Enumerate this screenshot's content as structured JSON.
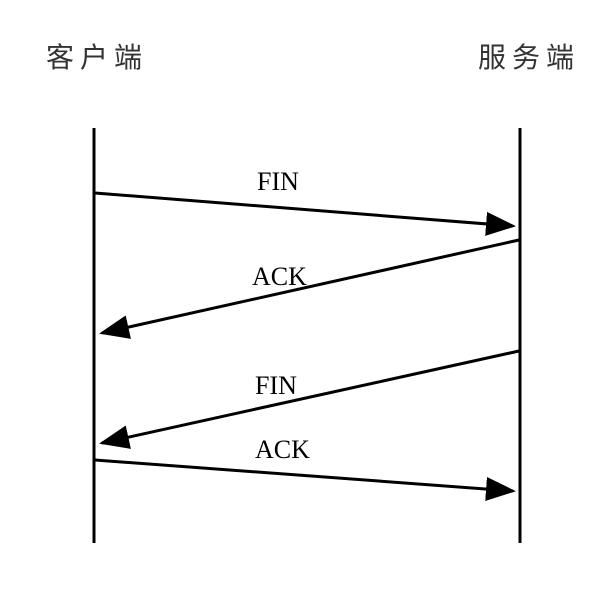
{
  "actors": {
    "client": "客户端",
    "server": "服务端"
  },
  "messages": [
    {
      "label": "FIN",
      "from": "client",
      "to": "server"
    },
    {
      "label": "ACK",
      "from": "server",
      "to": "client"
    },
    {
      "label": "FIN",
      "from": "server",
      "to": "client"
    },
    {
      "label": "ACK",
      "from": "client",
      "to": "server"
    }
  ]
}
